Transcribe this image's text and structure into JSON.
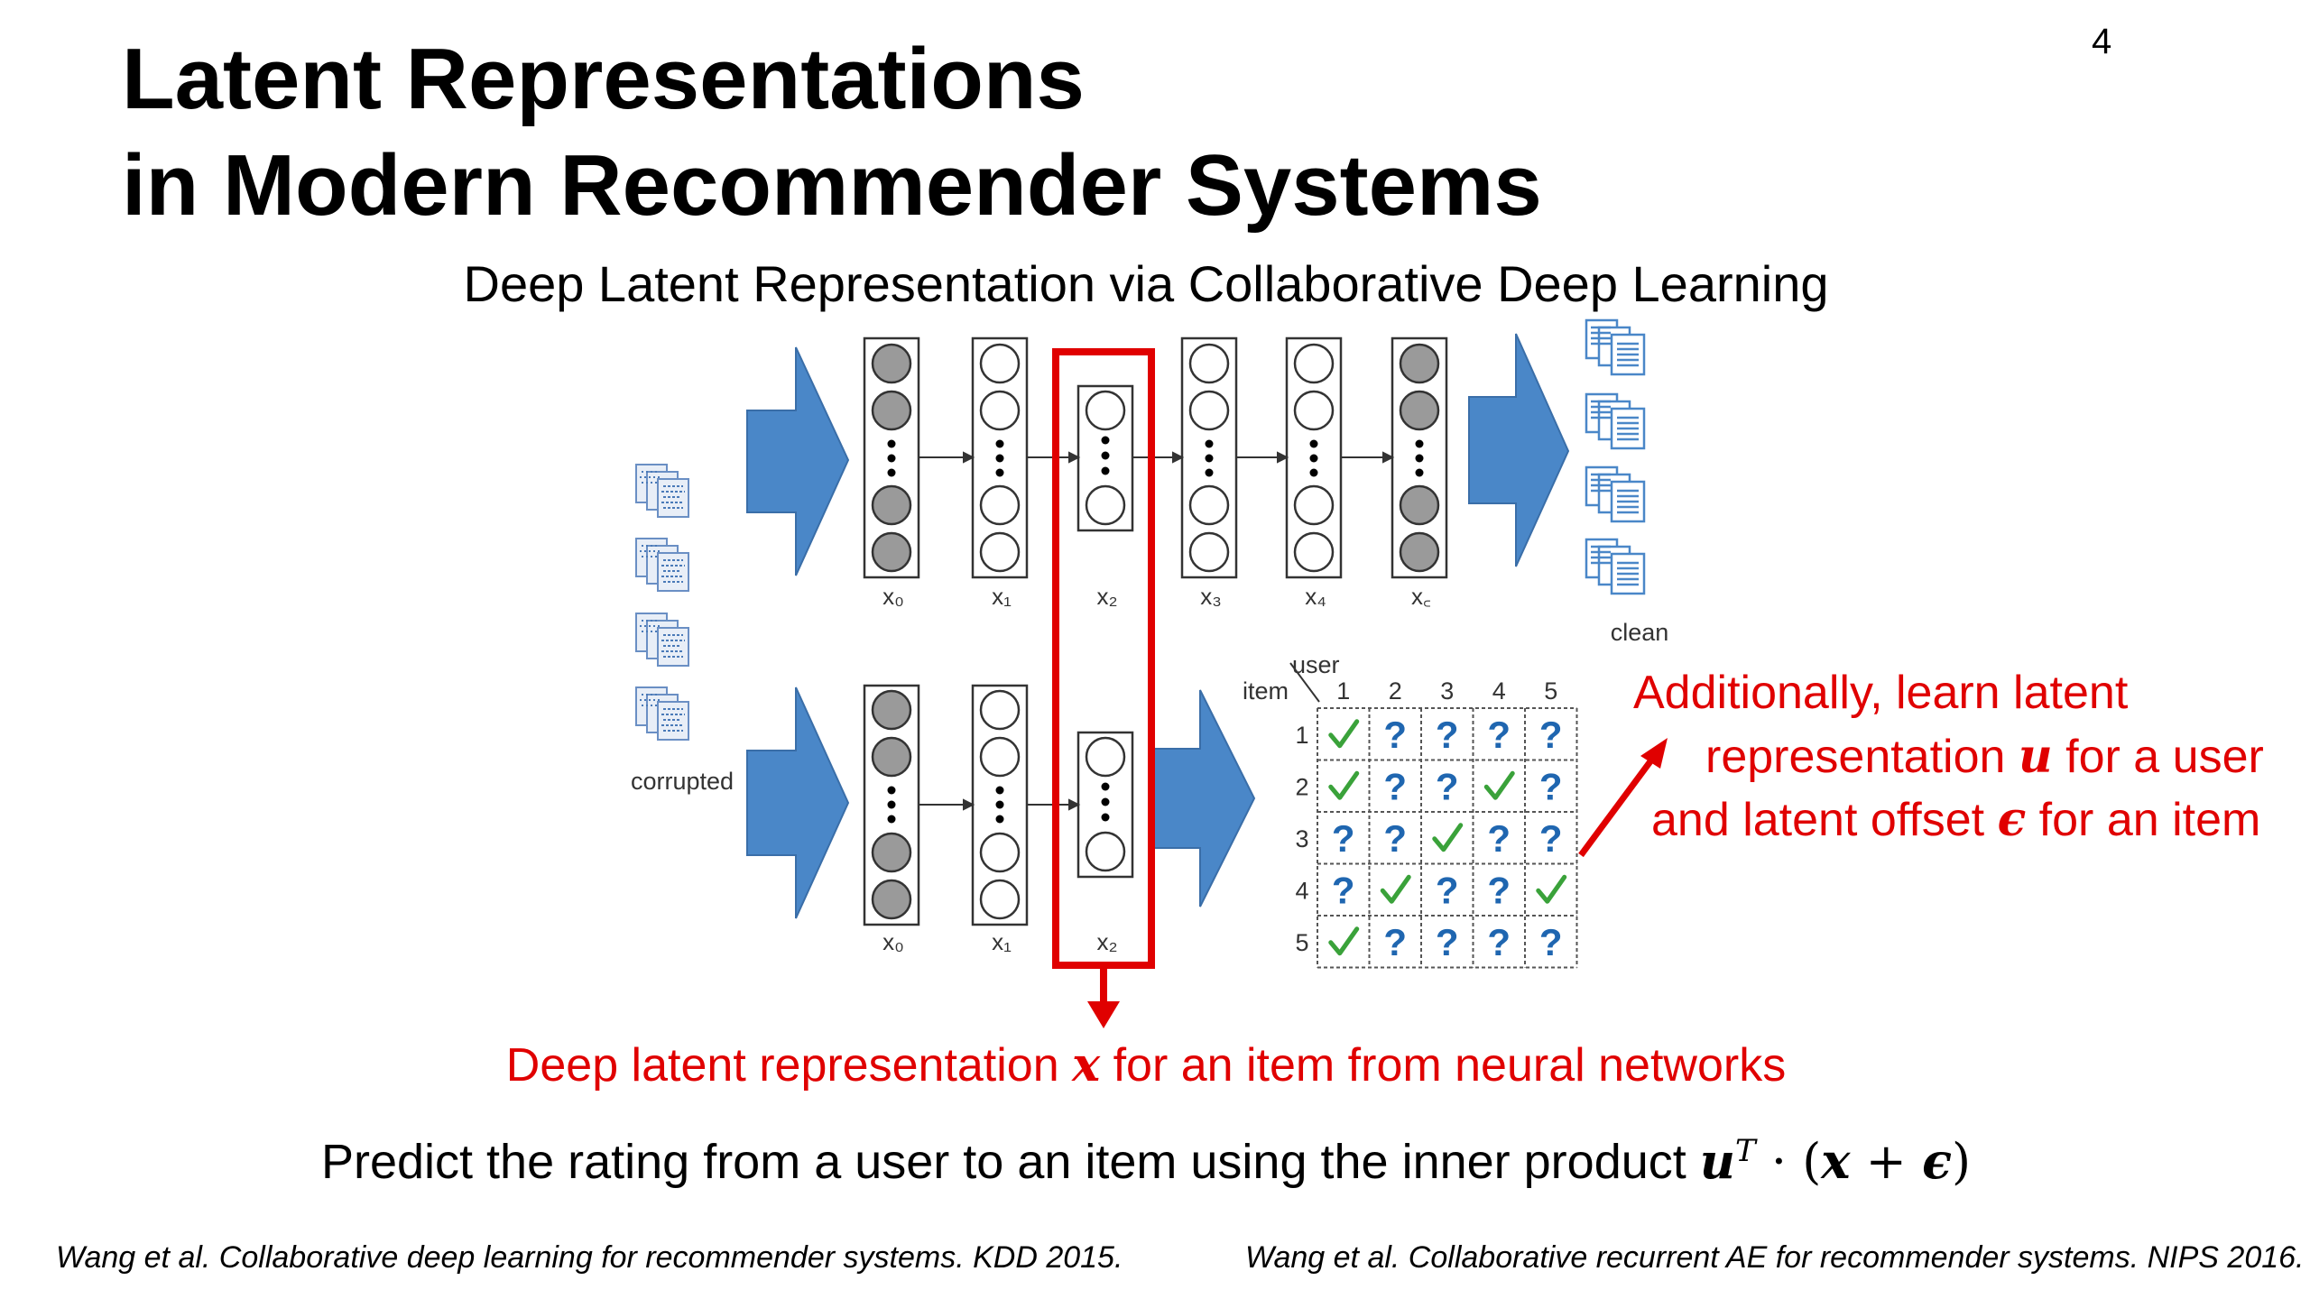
{
  "page_number": "4",
  "title": {
    "line1": "Latent Representations",
    "line2": "in Modern Recommender Systems"
  },
  "subtitle": "Deep Latent Representation via Collaborative Deep Learning",
  "diagram": {
    "top_layer_labels": [
      "x₀",
      "x₁",
      "x₂",
      "x₃",
      "x₄",
      "x꜀"
    ],
    "bottom_layer_labels": [
      "x₀",
      "x₁",
      "x₂"
    ],
    "input_label": "corrupted",
    "output_label": "clean",
    "matrix": {
      "corner_user": "user",
      "corner_item": "item",
      "column_headers": [
        "1",
        "2",
        "3",
        "4",
        "5"
      ],
      "row_headers": [
        "1",
        "2",
        "3",
        "4",
        "5"
      ],
      "cells": [
        [
          "check",
          "?",
          "?",
          "?",
          "?"
        ],
        [
          "check",
          "?",
          "?",
          "check",
          "?"
        ],
        [
          "?",
          "?",
          "check",
          "?",
          "?"
        ],
        [
          "?",
          "check",
          "?",
          "?",
          "check"
        ],
        [
          "check",
          "?",
          "?",
          "?",
          "?"
        ]
      ]
    },
    "colors": {
      "arrow_blue": "#4a87c8",
      "highlight_red": "#e00000",
      "check_green": "#3aa23a",
      "question_blue": "#1f66b0",
      "node_gray": "#9a9a9a"
    }
  },
  "annotations": {
    "additional_line1": "Additionally, learn latent",
    "additional_line2_pre": "representation ",
    "additional_line2_var": "u",
    "additional_line2_post": " for a user",
    "additional_line3_pre": "and latent offset ",
    "additional_line3_var": "ϵ",
    "additional_line3_post": " for an item",
    "deep_pre": "Deep latent representation ",
    "deep_var": "x",
    "deep_post": " for an item from neural networks"
  },
  "predict": {
    "text_pre": "Predict the rating from a user to an item using the inner product ",
    "u": "u",
    "sup": "T",
    "dot": " · (",
    "x": "x",
    "plus": " + ",
    "eps": "ϵ",
    "close": ")"
  },
  "citations": [
    "Wang et al. Collaborative deep learning for recommender systems. KDD 2015.",
    "Wang et al. Collaborative recurrent AE for recommender systems. NIPS 2016."
  ]
}
